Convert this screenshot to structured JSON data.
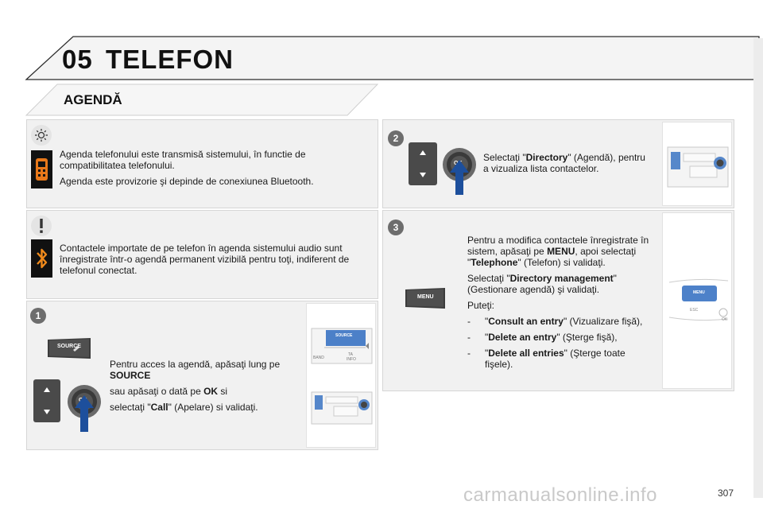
{
  "header": {
    "chapter_number": "05",
    "chapter_title": "TELEFON",
    "section_title": "AGENDĂ"
  },
  "info_panel": {
    "p1": "Agenda telefonului este transmisă sistemului, în functie de compatibilitatea telefonului.",
    "p2": "Agenda este provizorie şi depinde de conexiunea Bluetooth."
  },
  "warning_panel": {
    "p1": "Contactele importate de pe telefon în agenda sistemului audio sunt înregistrate într-o agendă permanent vizibilă pentru toţi, indiferent de telefonul conectat."
  },
  "step1": {
    "number": "1",
    "source_label": "SOURCE",
    "ok_label": "OK",
    "line1": "Pentru acces la agendă, apăsaţi lung pe ",
    "line1_bold": "SOURCE",
    "line2": "sau apăsaţi o dată pe ",
    "line2_bold": "OK",
    "line2_end": " si",
    "line3": "selectaţi \"",
    "line3_bold": "Call",
    "line3_end": "\" (Apelare) si validaţi.",
    "radio_band": "BAND",
    "radio_ta": "TA",
    "radio_info": "INFO"
  },
  "step2": {
    "number": "2",
    "ok_label": "OK",
    "t1": "Selectaţi \"",
    "t1_bold": "Directory",
    "t1_end": "\" (Agendă), pentru a vizualiza lista contactelor."
  },
  "step3": {
    "number": "3",
    "menu_label": "MENU",
    "esc_label": "ESC",
    "ok_label": "OK",
    "p1a": "Pentru a modifica contactele înregistrate în sistem, apăsaţi pe ",
    "p1_menu": "MENU",
    "p1b": ", apoi selectaţi \"",
    "p1_tel": "Telephone",
    "p1c": "\" (Telefon) si validaţi.",
    "p2a": "Selectaţi \"",
    "p2_bold": "Directory management",
    "p2b": "\" (Gestionare agendă) şi validaţi.",
    "p3": "Puteţi:",
    "items": [
      {
        "dash": "-",
        "bold": "Consult an entry",
        "rest": "\" (Vizualizare fişă),"
      },
      {
        "dash": "-",
        "bold": "Delete an entry",
        "rest": "\" (Şterge fişă),"
      },
      {
        "dash": "-",
        "bold": "Delete all entries",
        "rest": "\" (Şterge toate fişele)."
      }
    ]
  },
  "footer": {
    "page_number": "307",
    "watermark": "carmanualsonline.info"
  },
  "colors": {
    "badge": "#6d6d6d",
    "arrow_blue": "#1d4f9c",
    "bluetooth_orange": "#f08a1c",
    "phone_orange": "#e8781a"
  }
}
